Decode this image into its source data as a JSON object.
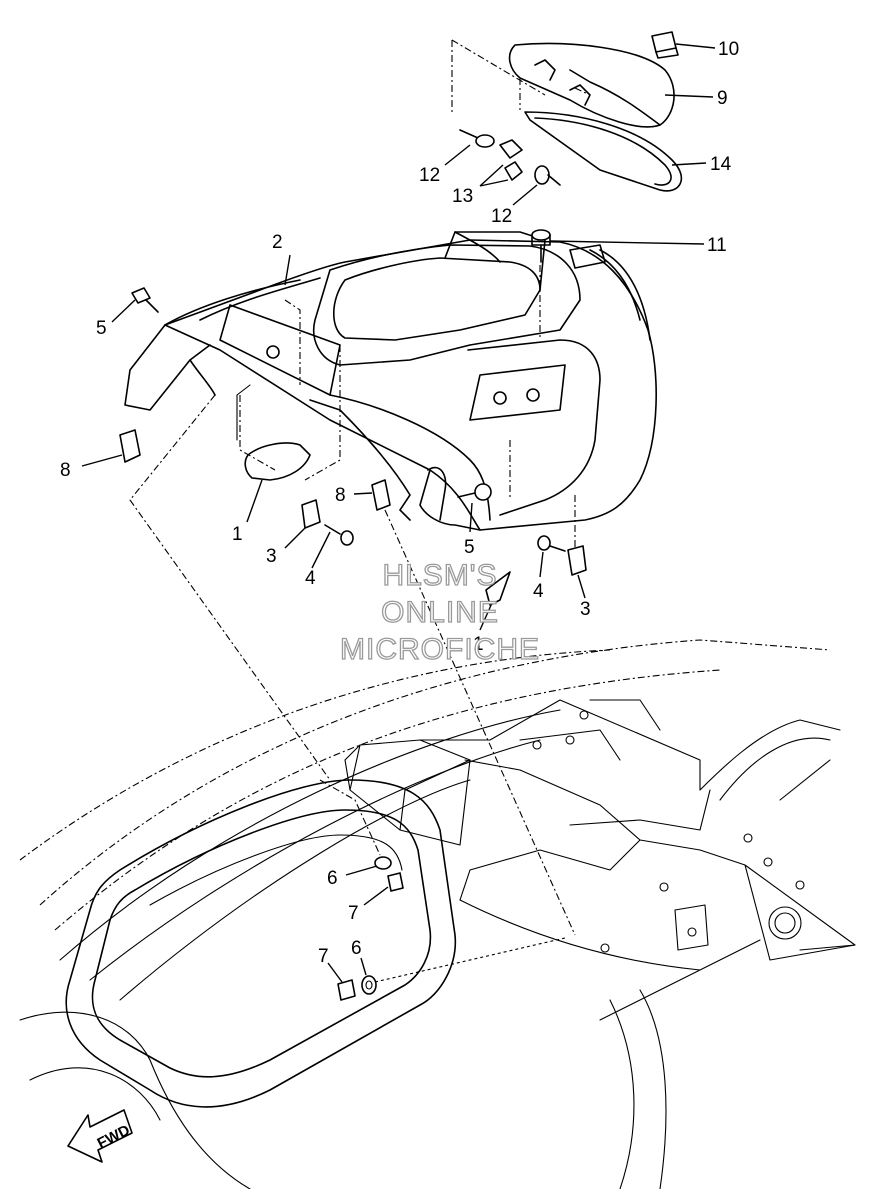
{
  "watermark": {
    "line1": "HLSM'S",
    "line2": "ONLINE",
    "line3": "MICROFICHE"
  },
  "direction_marker": {
    "text": "FWD",
    "icon": "arrow-left-icon"
  },
  "callouts": {
    "c1a": "1",
    "c1b": "1",
    "c2": "2",
    "c3a": "3",
    "c3b": "3",
    "c4a": "4",
    "c4b": "4",
    "c5a": "5",
    "c5b": "5",
    "c6a": "6",
    "c6b": "6",
    "c7a": "7",
    "c7b": "7",
    "c8a": "8",
    "c8b": "8",
    "c9": "9",
    "c10": "10",
    "c11": "11",
    "c12a": "12",
    "c12b": "12",
    "c13": "13",
    "c14": "14"
  }
}
